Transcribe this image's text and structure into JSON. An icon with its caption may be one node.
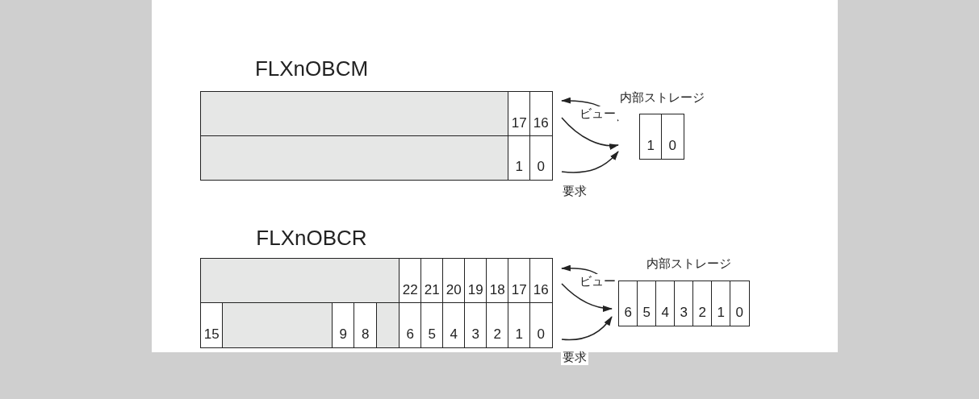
{
  "diagram": {
    "nodes": [
      {
        "text": [
          "FLXnOBCM"
        ]
      },
      {
        "text": [],
        "shape": "box",
        "in": 0
      },
      {
        "text": [
          "17"
        ],
        "in": 0
      },
      {
        "text": [
          "16"
        ],
        "in": 0
      },
      {
        "text": [],
        "shape": "box",
        "in": 0
      },
      {
        "text": [
          "1"
        ],
        "in": 0
      },
      {
        "text": [
          "0"
        ],
        "in": 0
      },
      {
        "text": [
          "内部ストレージ"
        ]
      },
      {
        "text": [
          "1"
        ],
        "in": 7
      },
      {
        "text": [
          "0"
        ],
        "in": 7
      },
      {
        "text": [
          "FLXnOBCR"
        ]
      },
      {
        "text": [],
        "shape": "box",
        "in": 10
      },
      {
        "text": [
          "22"
        ],
        "in": 10
      },
      {
        "text": [
          "21"
        ],
        "in": 10
      },
      {
        "text": [
          "20"
        ],
        "in": 10
      },
      {
        "text": [
          "19"
        ],
        "in": 10
      },
      {
        "text": [
          "18"
        ],
        "in": 10
      },
      {
        "text": [
          "17"
        ],
        "in": 10
      },
      {
        "text": [
          "16"
        ],
        "in": 10
      },
      {
        "text": [
          "15"
        ],
        "in": 10
      },
      {
        "text": [],
        "shape": "box",
        "in": 10
      },
      {
        "text": [
          "9"
        ],
        "in": 10
      },
      {
        "text": [
          "8"
        ],
        "in": 10
      },
      {
        "text": [],
        "shape": "box",
        "in": 10
      },
      {
        "text": [
          "6"
        ],
        "in": 10
      },
      {
        "text": [
          "5"
        ],
        "in": 10
      },
      {
        "text": [
          "4"
        ],
        "in": 10
      },
      {
        "text": [
          "3"
        ],
        "in": 10
      },
      {
        "text": [
          "2"
        ],
        "in": 10
      },
      {
        "text": [
          "1"
        ],
        "in": 10
      },
      {
        "text": [
          "0"
        ],
        "in": 10
      },
      {
        "text": [
          "内部ストレージ"
        ]
      },
      {
        "text": [
          "6"
        ],
        "in": 31
      },
      {
        "text": [
          "5"
        ],
        "in": 31
      },
      {
        "text": [
          "4"
        ],
        "in": 31
      },
      {
        "text": [
          "3"
        ],
        "in": 31
      },
      {
        "text": [
          "2"
        ],
        "in": 31
      },
      {
        "text": [
          "1"
        ],
        "in": 31
      },
      {
        "text": [
          "0"
        ],
        "in": 31
      }
    ],
    "edges": [
      {
        "from": 7,
        "to": 0,
        "arrow": "to",
        "label": "ビュー"
      },
      {
        "from": 0,
        "to": 7,
        "arrow": "to"
      },
      {
        "from": 0,
        "to": 7,
        "arrow": "to",
        "label": "要求"
      },
      {
        "from": 31,
        "to": 10,
        "arrow": "to",
        "label": "ビュー"
      },
      {
        "from": 10,
        "to": 31,
        "arrow": "to"
      },
      {
        "from": 10,
        "to": 31,
        "arrow": "to",
        "label": "要求"
      }
    ]
  }
}
